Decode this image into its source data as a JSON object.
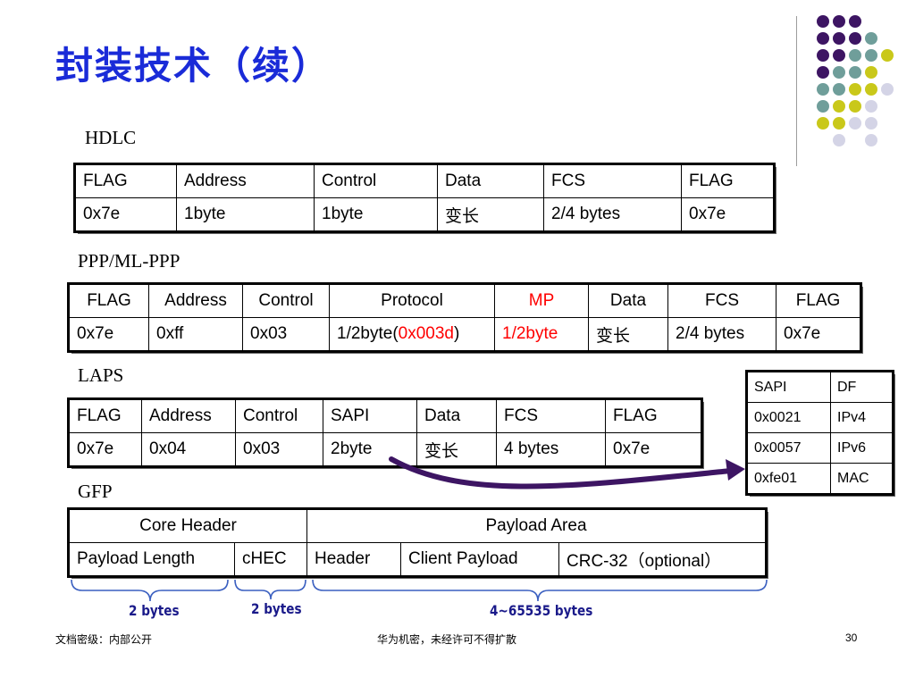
{
  "title": "封装技术（续）",
  "sections": {
    "hdlc": "HDLC",
    "ppp": "PPP/ML-PPP",
    "laps": "LAPS",
    "gfp": "GFP"
  },
  "hdlc_table": {
    "headers": [
      "FLAG",
      "Address",
      "Control",
      "Data",
      "FCS",
      "FLAG"
    ],
    "row": [
      "0x7e",
      "1byte",
      "1byte",
      "变长",
      "2/4 bytes",
      "0x7e"
    ]
  },
  "ppp_table": {
    "headers": [
      "FLAG",
      "Address",
      "Control",
      "Protocol",
      "MP",
      "Data",
      "FCS",
      "FLAG"
    ],
    "row": {
      "flag": "0x7e",
      "address": "0xff",
      "control": "0x03",
      "protocol_prefix": "1/2byte(",
      "protocol_value": "0x003d",
      "protocol_suffix": ")",
      "mp": "1/2byte",
      "data": "变长",
      "fcs": "2/4 bytes",
      "flag2": "0x7e"
    }
  },
  "laps_table": {
    "headers": [
      "FLAG",
      "Address",
      "Control",
      "SAPI",
      "Data",
      "FCS",
      "FLAG"
    ],
    "row": [
      "0x7e",
      "0x04",
      "0x03",
      "2byte",
      "变长",
      "4 bytes",
      "0x7e"
    ]
  },
  "sapi_table": {
    "rows": [
      [
        "SAPI",
        "DF"
      ],
      [
        "0x0021",
        "IPv4"
      ],
      [
        "0x0057",
        "IPv6"
      ],
      [
        "0xfe01",
        "MAC"
      ]
    ]
  },
  "gfp_table": {
    "top": [
      "Core Header",
      "Payload Area"
    ],
    "bottom": [
      "Payload Length",
      "cHEC",
      "Header",
      "Client Payload",
      "CRC-32（optional）"
    ]
  },
  "braces": {
    "label1": "2 bytes",
    "label2": "2 bytes",
    "label3": "4~65535 bytes"
  },
  "footer": {
    "left": "文档密级：内部公开",
    "center": "华为机密，未经许可不得扩散",
    "page": "30"
  },
  "colors": {
    "title": "#1a2bd8",
    "highlight": "#ff0000",
    "arrow": "#3d1563",
    "dot_purple": "#3d1563",
    "dot_teal": "#6f9e9a",
    "dot_yellow": "#c9c81a",
    "dot_lavender": "#d4d4e6"
  }
}
